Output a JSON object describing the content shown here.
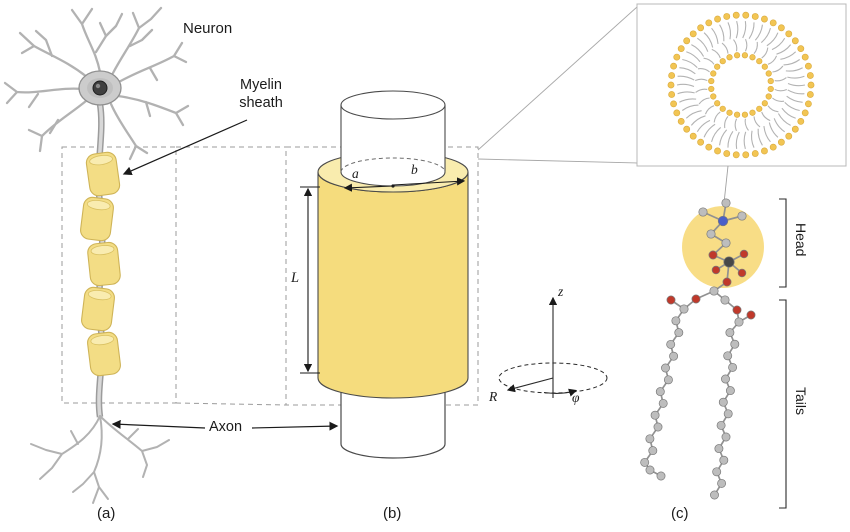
{
  "panel_a": {
    "label": "(a)",
    "neuron_label": "Neuron",
    "myelin_label": "Myelin sheath",
    "axon_label": "Axon"
  },
  "panel_b": {
    "label": "(b)",
    "inner_radius_label": "a",
    "outer_radius_label": "b",
    "length_label": "L",
    "axis_z_label": "z",
    "axis_r_label": "R",
    "axis_phi_label": "φ"
  },
  "panel_c": {
    "label": "(c)",
    "head_label": "Head",
    "tails_label": "Tails"
  },
  "colors": {
    "myelin": "#f5dc7d",
    "myelin_top": "#f9ecae",
    "myelin_segment": "#f3dd85",
    "lipid_head": "#f2c553",
    "lipid_tail": "#b3b3b3",
    "neuron_gray": "#b2b2b2",
    "atom_carbon": "#bdbdbd",
    "atom_oxygen": "#c0392b",
    "atom_nitrogen": "#4a5fc9",
    "atom_phosphorus": "#474747",
    "head_highlight": "#f8db7f"
  }
}
